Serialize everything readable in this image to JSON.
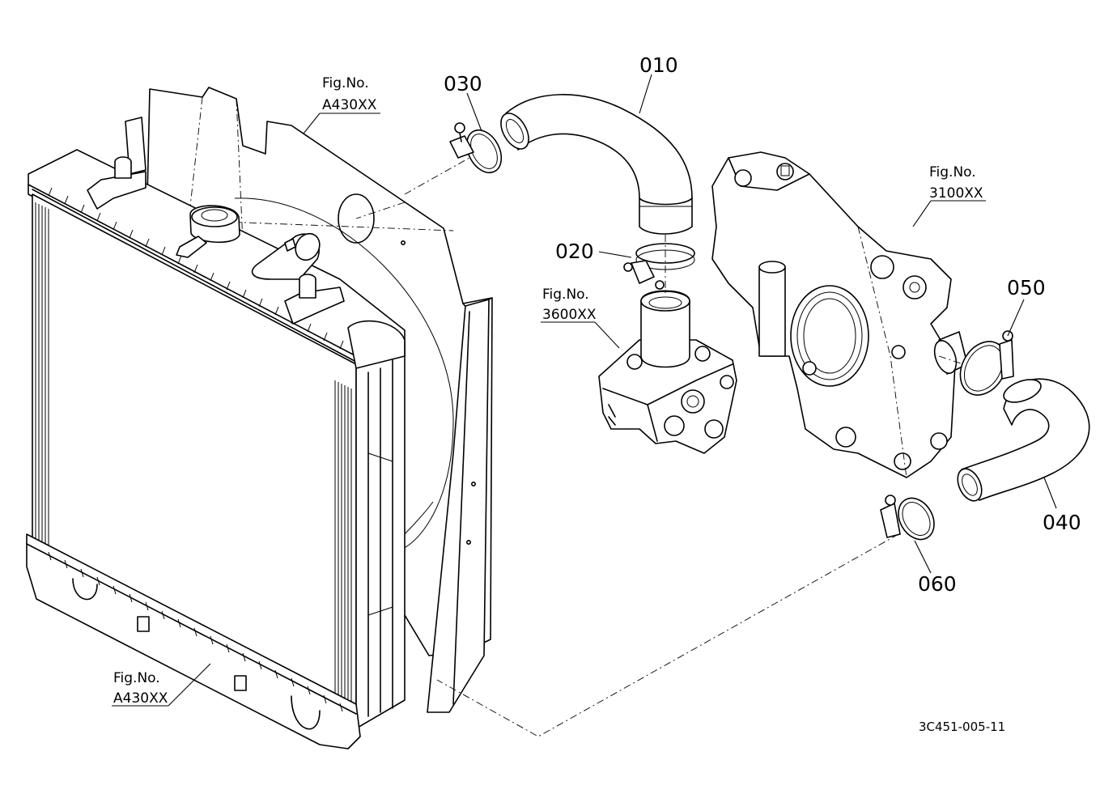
{
  "diagram": {
    "part_numbers": {
      "p010": "010",
      "p020": "020",
      "p030": "030",
      "p040": "040",
      "p050": "050",
      "p060": "060"
    },
    "figure_refs": {
      "radiator_top": {
        "label": "Fig.No.",
        "number": "A430XX"
      },
      "radiator_bottom": {
        "label": "Fig.No.",
        "number": "A430XX"
      },
      "thermostat": {
        "label": "Fig.No.",
        "number": "3600XX"
      },
      "water_pump": {
        "label": "Fig.No.",
        "number": "3100XX"
      }
    },
    "drawing_code": "3C451-005-11"
  }
}
